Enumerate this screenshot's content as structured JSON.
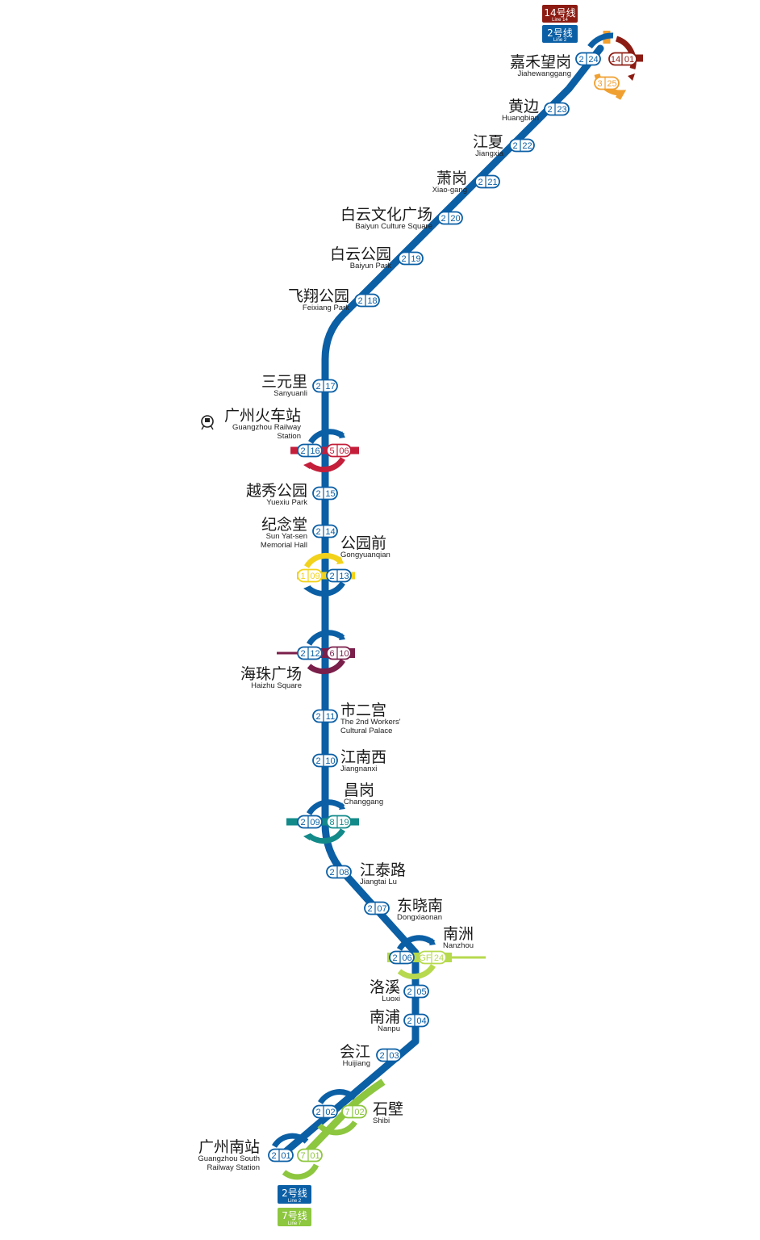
{
  "colors": {
    "line2": "#0b5fa5",
    "line14": "#8c1c13",
    "line3": "#f0a030",
    "line5": "#c41e3a",
    "line1": "#f2d21b",
    "line6": "#7a1e4a",
    "line8": "#138a8a",
    "lineGF": "#b6d94e",
    "line7": "#8dc63f"
  },
  "badges": {
    "top14": {
      "zh": "14号线",
      "en": "Line 14"
    },
    "top2": {
      "zh": "2号线",
      "en": "Line 2"
    },
    "bottom2": {
      "zh": "2号线",
      "en": "Line 2"
    },
    "bottom7": {
      "zh": "7号线",
      "en": "Line 7"
    }
  },
  "stations": [
    {
      "zh": "嘉禾望岗",
      "en": "Jiahewanggang",
      "codes": [
        [
          "2",
          "24"
        ],
        [
          "14",
          "01"
        ],
        [
          "3",
          "25"
        ]
      ]
    },
    {
      "zh": "黄边",
      "en": "Huangbian",
      "codes": [
        [
          "2",
          "23"
        ]
      ]
    },
    {
      "zh": "江夏",
      "en": "Jiangxia",
      "codes": [
        [
          "2",
          "22"
        ]
      ]
    },
    {
      "zh": "萧岗",
      "en": "Xiao-gang",
      "codes": [
        [
          "2",
          "21"
        ]
      ]
    },
    {
      "zh": "白云文化广场",
      "en": "Baiyun Culture Square",
      "codes": [
        [
          "2",
          "20"
        ]
      ]
    },
    {
      "zh": "白云公园",
      "en": "Baiyun Park",
      "codes": [
        [
          "2",
          "19"
        ]
      ]
    },
    {
      "zh": "飞翔公园",
      "en": "Feixiang Park",
      "codes": [
        [
          "2",
          "18"
        ]
      ]
    },
    {
      "zh": "三元里",
      "en": "Sanyuanli",
      "codes": [
        [
          "2",
          "17"
        ]
      ]
    },
    {
      "zh": "广州火车站",
      "en": [
        "Guangzhou Railway",
        "Station"
      ],
      "codes": [
        [
          "2",
          "16"
        ],
        [
          "5",
          "06"
        ]
      ]
    },
    {
      "zh": "越秀公园",
      "en": "Yuexiu Park",
      "codes": [
        [
          "2",
          "15"
        ]
      ]
    },
    {
      "zh": "纪念堂",
      "en": [
        "Sun Yat-sen",
        "Memorial Hall"
      ],
      "codes": [
        [
          "2",
          "14"
        ]
      ]
    },
    {
      "zh": "公园前",
      "en": "Gongyuanqian",
      "codes": [
        [
          "1",
          "09"
        ],
        [
          "2",
          "13"
        ]
      ]
    },
    {
      "zh": "海珠广场",
      "en": "Haizhu Square",
      "codes": [
        [
          "2",
          "12"
        ],
        [
          "6",
          "10"
        ]
      ]
    },
    {
      "zh": "市二宫",
      "en": [
        "The 2nd Workers'",
        "Cultural Palace"
      ],
      "codes": [
        [
          "2",
          "11"
        ]
      ]
    },
    {
      "zh": "江南西",
      "en": "Jiangnanxi",
      "codes": [
        [
          "2",
          "10"
        ]
      ]
    },
    {
      "zh": "昌岗",
      "en": "Changgang",
      "codes": [
        [
          "2",
          "09"
        ],
        [
          "8",
          "19"
        ]
      ]
    },
    {
      "zh": "江泰路",
      "en": "Jiangtai Lu",
      "codes": [
        [
          "2",
          "08"
        ]
      ]
    },
    {
      "zh": "东晓南",
      "en": "Dongxiaonan",
      "codes": [
        [
          "2",
          "07"
        ]
      ]
    },
    {
      "zh": "南洲",
      "en": "Nanzhou",
      "codes": [
        [
          "2",
          "06"
        ],
        [
          "GF",
          "24"
        ]
      ]
    },
    {
      "zh": "洛溪",
      "en": "Luoxi",
      "codes": [
        [
          "2",
          "05"
        ]
      ]
    },
    {
      "zh": "南浦",
      "en": "Nanpu",
      "codes": [
        [
          "2",
          "04"
        ]
      ]
    },
    {
      "zh": "会江",
      "en": "Huijiang",
      "codes": [
        [
          "2",
          "03"
        ]
      ]
    },
    {
      "zh": "石壁",
      "en": "Shibi",
      "codes": [
        [
          "2",
          "02"
        ],
        [
          "7",
          "02"
        ]
      ]
    },
    {
      "zh": "广州南站",
      "en": [
        "Guangzhou South",
        "Railway Station"
      ],
      "codes": [
        [
          "2",
          "01"
        ],
        [
          "7",
          "01"
        ]
      ]
    }
  ]
}
